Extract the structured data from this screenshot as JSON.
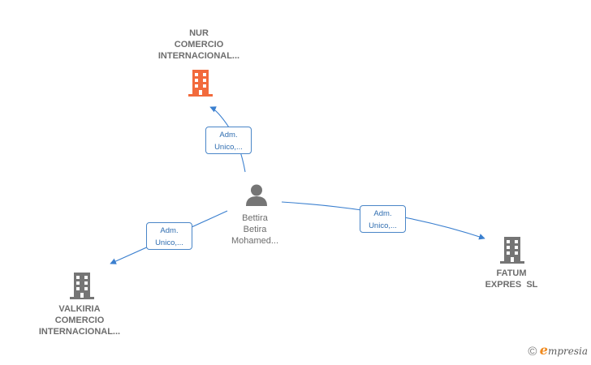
{
  "nodes": {
    "nur": {
      "lines": [
        "NUR",
        "COMERCIO",
        "INTERNACIONAL..."
      ],
      "icon": "building-icon",
      "color": "#f26a3c"
    },
    "valkiria": {
      "lines": [
        "VALKIRIA",
        "COMERCIO",
        "INTERNACIONAL..."
      ],
      "icon": "building-icon",
      "color": "#757575"
    },
    "fatum": {
      "lines": [
        "FATUM",
        "EXPRES  SL"
      ],
      "icon": "building-icon",
      "color": "#757575"
    },
    "person": {
      "lines": [
        "Bettira",
        "Betira",
        "Mohamed..."
      ],
      "icon": "person-icon",
      "color": "#757575"
    }
  },
  "relations": {
    "to_nur": [
      "Adm.",
      "Unico,..."
    ],
    "to_valkiria": [
      "Adm.",
      "Unico,..."
    ],
    "to_fatum": [
      "Adm.",
      "Unico,..."
    ]
  },
  "colors": {
    "edge": "#3a7fcf",
    "relation_text": "#2f6db0"
  },
  "watermark": {
    "copyright": "©",
    "brand_initial": "e",
    "brand_rest": "mpresia"
  }
}
